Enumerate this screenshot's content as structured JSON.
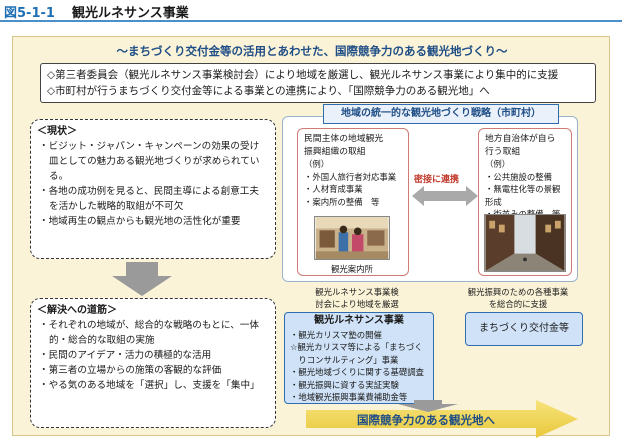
{
  "figure": {
    "number": "図5-1-1",
    "title": "観光ルネサンス事業"
  },
  "headline": "～まちづくり交付金等の活用とあわせた、国際競争力のある観光地づくり～",
  "intro": [
    "◇第三者委員会（観光ルネサンス事業検討会）により地域を厳選し、観光ルネサンス事業により集中的に支援",
    "◇市町村が行うまちづくり交付金等による事業との連携により、「国際競争力のある観光地」へ"
  ],
  "current_state": {
    "title": "＜現状＞",
    "items": [
      "・ビジット・ジャパン・キャンペーンの効果の受け皿としての魅力ある観光地づくりが求められている。",
      "・各地の成功例を見ると、民間主導による創意工夫を活かした戦略的取組が不可欠",
      "・地域再生の観点からも観光地の活性化が重要"
    ]
  },
  "solution": {
    "title": "＜解決への道筋＞",
    "items": [
      "・それぞれの地域が、総合的な戦略のもとに、一体的・総合的な取組の実施",
      "・民間のアイデア・活力の積極的な活用",
      "・第三者の立場からの施策の客観的な評価",
      "・やる気のある地域を「選択」し、支援を「集中」"
    ]
  },
  "strategy_label": "地域の統一的な観光地づくり戦略（市町村）",
  "private_box": {
    "heading_lines": [
      "民間主体の地域観光",
      "振興組織の取組"
    ],
    "example_label": "（例）",
    "items": [
      "・外国人旅行者対応事業",
      "・人材育成事業",
      "・案内所の整備　等"
    ]
  },
  "local_gov_box": {
    "heading_lines": [
      "地方自治体が自ら",
      "行う取組"
    ],
    "example_label": "（例）",
    "items": [
      "・公共施設の整備",
      "・無電柱化等の景観形成",
      "・街並みの整備　等"
    ]
  },
  "photo_caption": "観光案内所",
  "cooperation": "密接に連携",
  "note_left": [
    "観光ルネサンス事業検",
    "討会により地域を厳選"
  ],
  "note_right": [
    "観光振興のための各種事業",
    "を総合的に支援"
  ],
  "renaissance_box": {
    "title": "観光ルネサンス事業",
    "items": [
      "・観光カリスマ塾の開催",
      "☆観光カリスマ等による「まちづく",
      "　りコンサルティング」事業",
      "・観光地域づくりに関する基礎調査",
      "・観光振興に資する実証実験",
      "・地域観光振興事業費補助金等"
    ]
  },
  "grant_label": "まちづくり交付金等",
  "goal": "国際競争力のある観光地へ",
  "colors": {
    "accent_blue": "#1f4e86",
    "frame_fill": "#fbf3d7",
    "box_fill_blue": "#cfe2f7",
    "coop_red": "#c0392b"
  }
}
